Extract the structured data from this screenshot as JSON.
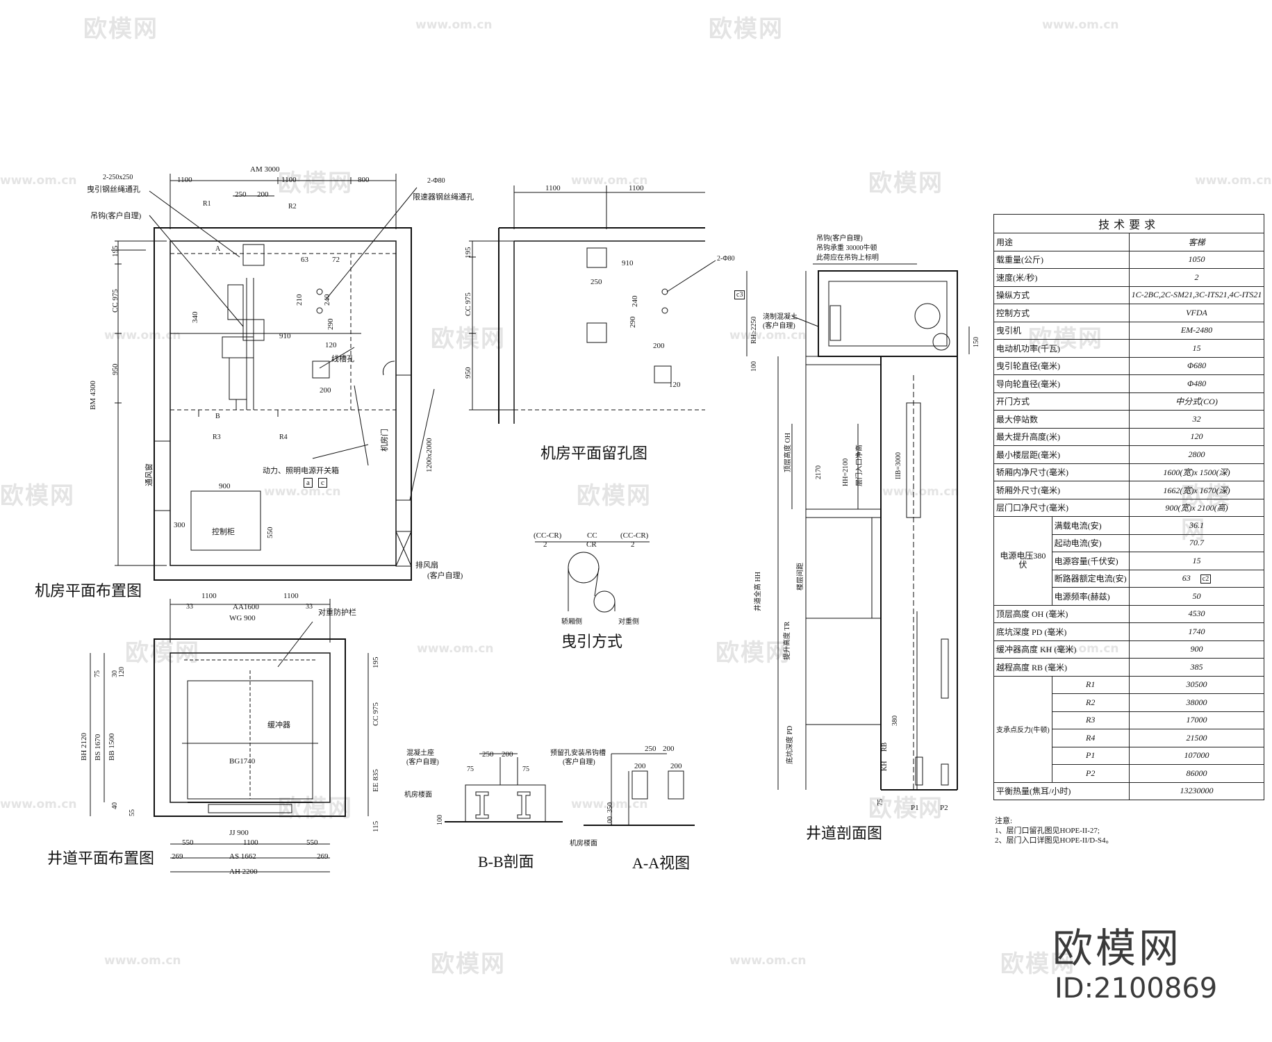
{
  "watermark": {
    "brand": "欧模网",
    "url": "www.om.cn"
  },
  "footer": {
    "brand": "欧模网",
    "id": "ID:2100869"
  },
  "views": {
    "machine_room_layout": {
      "title": "机房平面布置图",
      "dims": [
        "AM 3000",
        "1100",
        "1100",
        "800",
        "250",
        "200",
        "2-250x250",
        "2-Φ80",
        "BM 4300",
        "CC 975",
        "195",
        "340",
        "950",
        "910",
        "63",
        "72",
        "200",
        "210",
        "240",
        "290",
        "120",
        "900",
        "300",
        "550",
        "1200x2000"
      ],
      "labels": [
        "曳引钢丝绳通孔",
        "限速器钢丝绳通孔",
        "吊钩(客户自理)",
        "线槽孔",
        "机房门",
        "动力、照明电源开关箱",
        "控制柜",
        "通风窗",
        "排风扇",
        "(客户自理)",
        "R1",
        "R2",
        "R3",
        "R4",
        "A",
        "B",
        "a",
        "c"
      ]
    },
    "machine_room_holes": {
      "title": "机房平面留孔图",
      "dims": [
        "1100",
        "1100",
        "195",
        "CC 975",
        "950",
        "250",
        "910",
        "240",
        "290",
        "200",
        "120",
        "2-Φ80"
      ]
    },
    "traction": {
      "title": "曳引方式",
      "labels": [
        "(CC-CR)",
        "2",
        "CC",
        "CR",
        "(CC-CR)",
        "2",
        "轿厢侧",
        "对重侧"
      ]
    },
    "hoistway_plan": {
      "title": "井道平面布置图",
      "dims": [
        "1100",
        "1100",
        "AA1600",
        "33",
        "33",
        "WG 900",
        "195",
        "CC 975",
        "EE 835",
        "115",
        "BH 2120",
        "BS 1670",
        "BB 1500",
        "BG1740",
        "JJ 900",
        "550",
        "1100",
        "550",
        "269",
        "AS 1662",
        "269",
        "AH 2200",
        "75",
        "30",
        "120",
        "40",
        "55"
      ],
      "labels": [
        "对重防护栏",
        "缓冲器"
      ]
    },
    "section_bb": {
      "title": "B-B剖面",
      "dims": [
        "250",
        "200",
        "75",
        "75",
        "100"
      ],
      "labels": [
        "混凝土座",
        "(客户自理)",
        "机房楼面"
      ]
    },
    "view_aa": {
      "title": "A-A视图",
      "dims": [
        "250",
        "200",
        "200",
        "200",
        "350",
        "100"
      ],
      "labels": [
        "预留孔安装吊钩槽",
        "(客户自理)",
        "机房楼面"
      ]
    },
    "hoistway_section": {
      "title": "井道剖面图",
      "dims": [
        "RH≥2250",
        "100",
        "150",
        "2170",
        "HH=2100",
        "IIB=3000",
        "380",
        "75"
      ],
      "labels": [
        "吊钩(客户自理)",
        "吊钩承重 30000牛顿",
        "此荷应在吊钩上标明",
        "浇制混凝土",
        "(客户自理)",
        "顶层高度 OH",
        "层门入口净高",
        "楼层间距",
        "井道全高 HH",
        "提升高度 TR",
        "底坑深度 PD",
        "KH",
        "RB",
        "P1",
        "P2",
        "c3"
      ]
    }
  },
  "spec_table": {
    "title": "技术要求",
    "rows": [
      {
        "label": "用途",
        "value": "客梯"
      },
      {
        "label": "载重量(公斤)",
        "value": "1050"
      },
      {
        "label": "速度(米/秒)",
        "value": "2"
      },
      {
        "label": "操纵方式",
        "value": "1C-2BC,2C-SM21,3C-ITS21,4C-ITS21"
      },
      {
        "label": "控制方式",
        "value": "VFDA"
      },
      {
        "label": "曳引机",
        "value": "EM-2480"
      },
      {
        "label": "电动机功率(千瓦)",
        "value": "15"
      },
      {
        "label": "曳引轮直径(毫米)",
        "value": "Φ680"
      },
      {
        "label": "导向轮直径(毫米)",
        "value": "Φ480"
      },
      {
        "label": "开门方式",
        "value": "中分式(CO)"
      },
      {
        "label": "最大停站数",
        "value": "32"
      },
      {
        "label": "最大提升高度(米)",
        "value": "120"
      },
      {
        "label": "最小楼层距(毫米)",
        "value": "2800"
      },
      {
        "label": "轿厢内净尺寸(毫米)",
        "value": "1600(宽)x 1500(深)"
      },
      {
        "label": "轿厢外尺寸(毫米)",
        "value": "1662(宽)x 1670(深)"
      },
      {
        "label": "层门口净尺寸(毫米)",
        "value": "900(宽)x 2100(高)"
      }
    ],
    "power_group": "电源电压380伏",
    "power_rows": [
      {
        "label": "满载电流(安)",
        "value": "36.1"
      },
      {
        "label": "起动电流(安)",
        "value": "70.7"
      },
      {
        "label": "电源容量(千伏安)",
        "value": "15"
      },
      {
        "label": "断路器额定电流(安)",
        "value": "63",
        "tag": "c2"
      },
      {
        "label": "电源频率(赫兹)",
        "value": "50"
      }
    ],
    "depth_rows": [
      {
        "label": "顶层高度 OH (毫米)",
        "value": "4530"
      },
      {
        "label": "底坑深度 PD (毫米)",
        "value": "1740"
      },
      {
        "label": "缓冲器高度 KH (毫米)",
        "value": "900"
      },
      {
        "label": "越程高度 RB (毫米)",
        "value": "385"
      }
    ],
    "load_group": "支承点反力(牛顿)",
    "load_rows": [
      {
        "label": "R1",
        "value": "30500"
      },
      {
        "label": "R2",
        "value": "38000"
      },
      {
        "label": "R3",
        "value": "17000"
      },
      {
        "label": "R4",
        "value": "21500"
      },
      {
        "label": "P1",
        "value": "107000"
      },
      {
        "label": "P2",
        "value": "86000"
      }
    ],
    "last_row": {
      "label": "平衡热量(焦耳/小时)",
      "value": "13230000"
    }
  },
  "notes": [
    "注意:",
    "1、层门口留孔图见HOPE-II-27;",
    "2、层门入口详图见HOPE-II/D-S4。"
  ]
}
